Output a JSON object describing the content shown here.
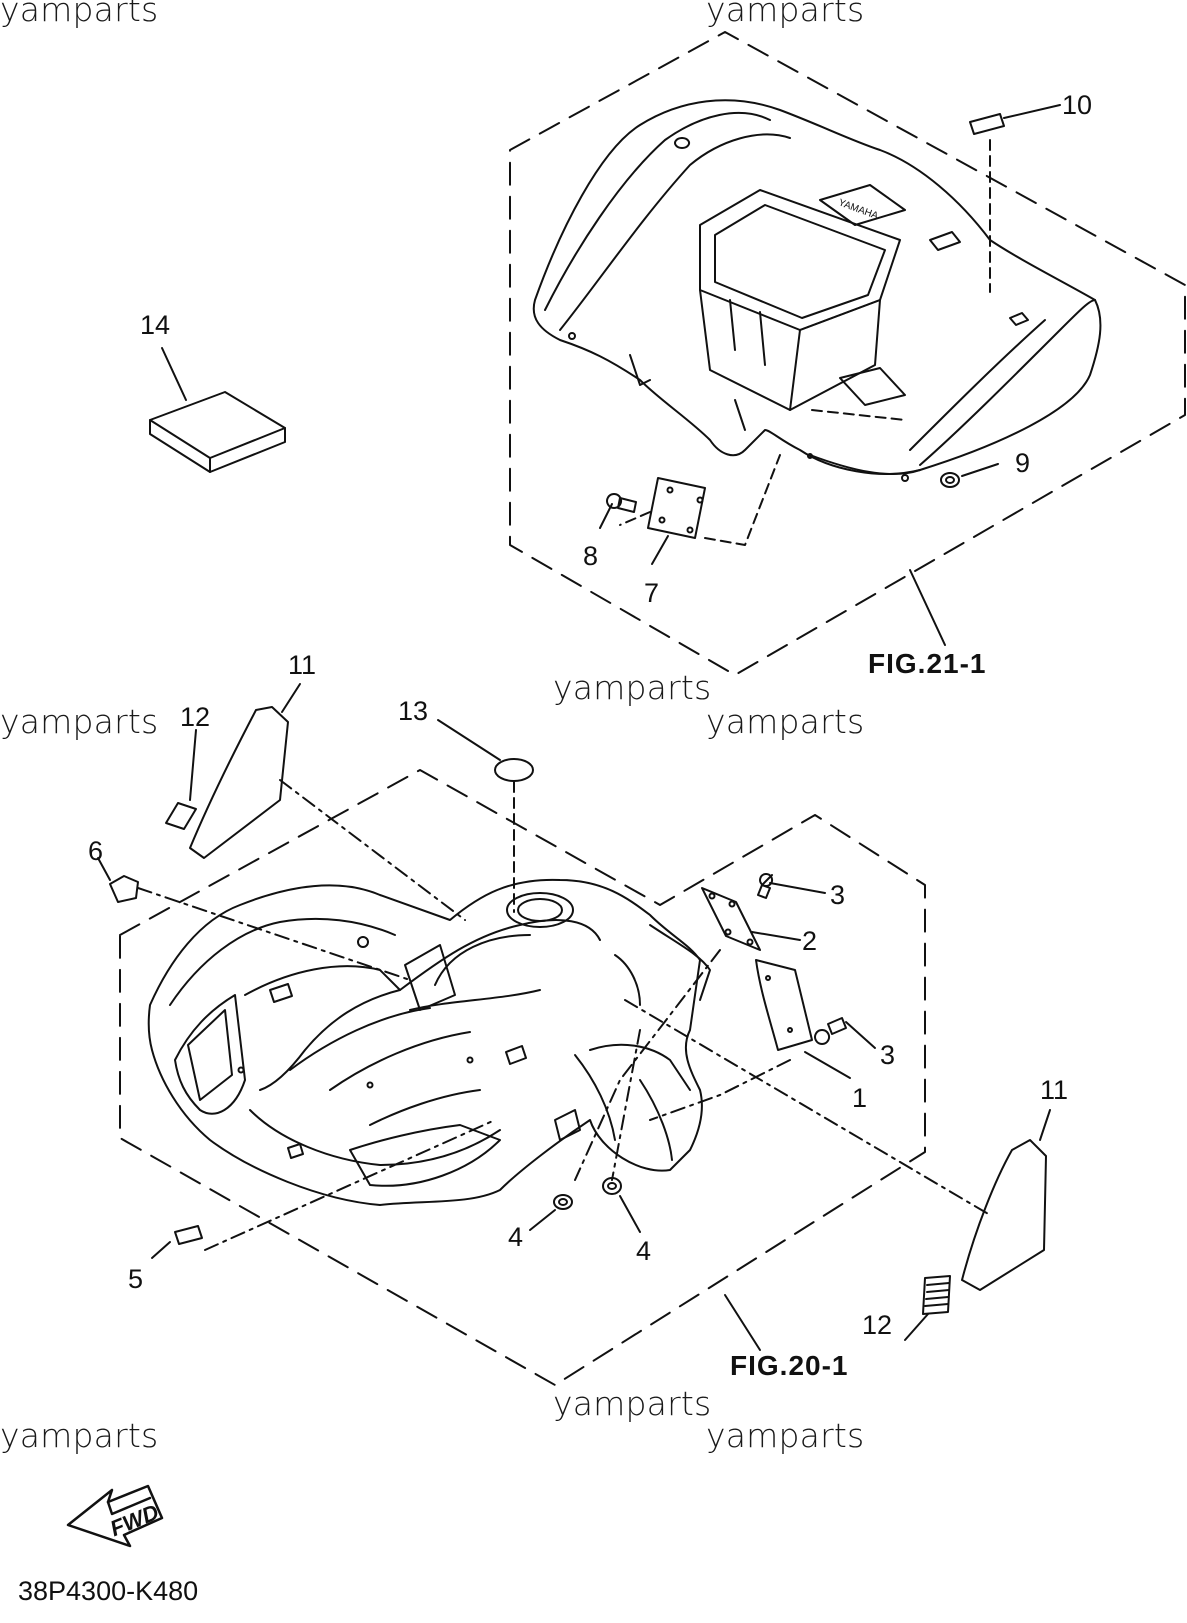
{
  "watermarks": [
    "yamparts",
    "yamparts",
    "yamparts",
    "yamparts",
    "yamparts",
    "yamparts",
    "yamparts",
    "yamparts"
  ],
  "callouts": {
    "c1": "1",
    "c2": "2",
    "c3a": "3",
    "c3b": "3",
    "c4a": "4",
    "c4b": "4",
    "c5": "5",
    "c6": "6",
    "c7": "7",
    "c8": "8",
    "c9": "9",
    "c10": "10",
    "c11a": "11",
    "c11b": "11",
    "c12a": "12",
    "c12b": "12",
    "c13": "13",
    "c14": "14"
  },
  "figure_refs": {
    "rear": "FIG.21-1",
    "front": "FIG.20-1"
  },
  "fwd_arrow_text": "FWD",
  "rear_fender_logo_text": "YAMAHA",
  "part_code": "38P4300-K480",
  "colors": {
    "line": "#111111",
    "background": "#ffffff"
  }
}
